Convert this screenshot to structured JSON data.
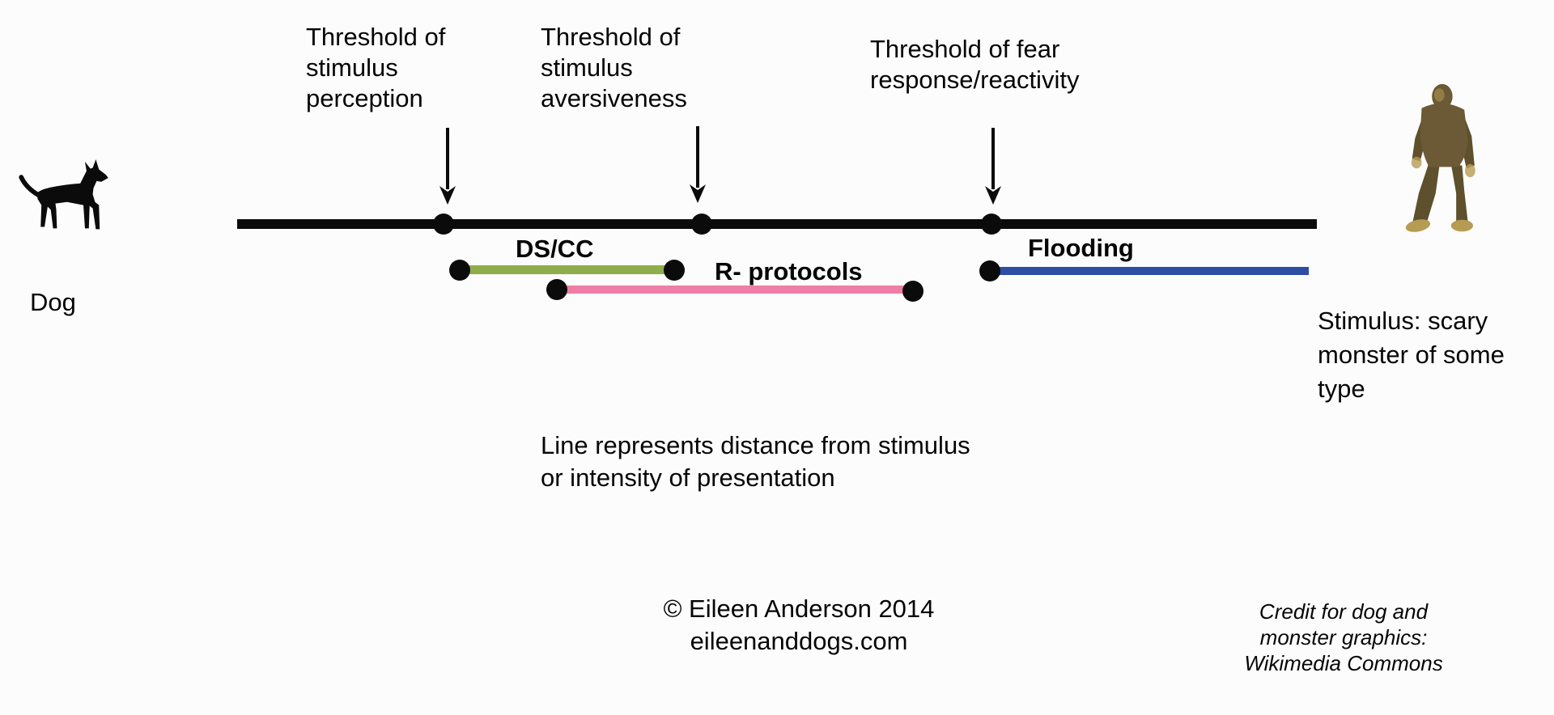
{
  "diagram": {
    "dog_label": "Dog",
    "stimulus_label": "Stimulus: scary\nmonster of some\ntype",
    "thresholds": {
      "perception": "Threshold of\nstimulus\nperception",
      "aversiveness": "Threshold of\nstimulus\naversiveness",
      "fear": "Threshold of fear\nresponse/reactivity"
    },
    "segments": {
      "ds_cc": "DS/CC",
      "r_protocols": "R- protocols",
      "flooding": "Flooding"
    },
    "caption": "Line represents distance from stimulus\nor intensity of presentation"
  },
  "footer": {
    "copyright": "© Eileen Anderson 2014\neileenanddogs.com",
    "credit": "Credit for dog and\nmonster graphics:\nWikimedia Commons"
  },
  "colors": {
    "ds_cc_green": "#8fae4b",
    "r_protocols_pink": "#ee7ea6",
    "flooding_blue": "#2e4ea4",
    "ink_black": "#0b0b0b",
    "monster_body": "#6b5a35",
    "monster_limb": "#5e502d",
    "monster_accent": "#b69b52"
  }
}
